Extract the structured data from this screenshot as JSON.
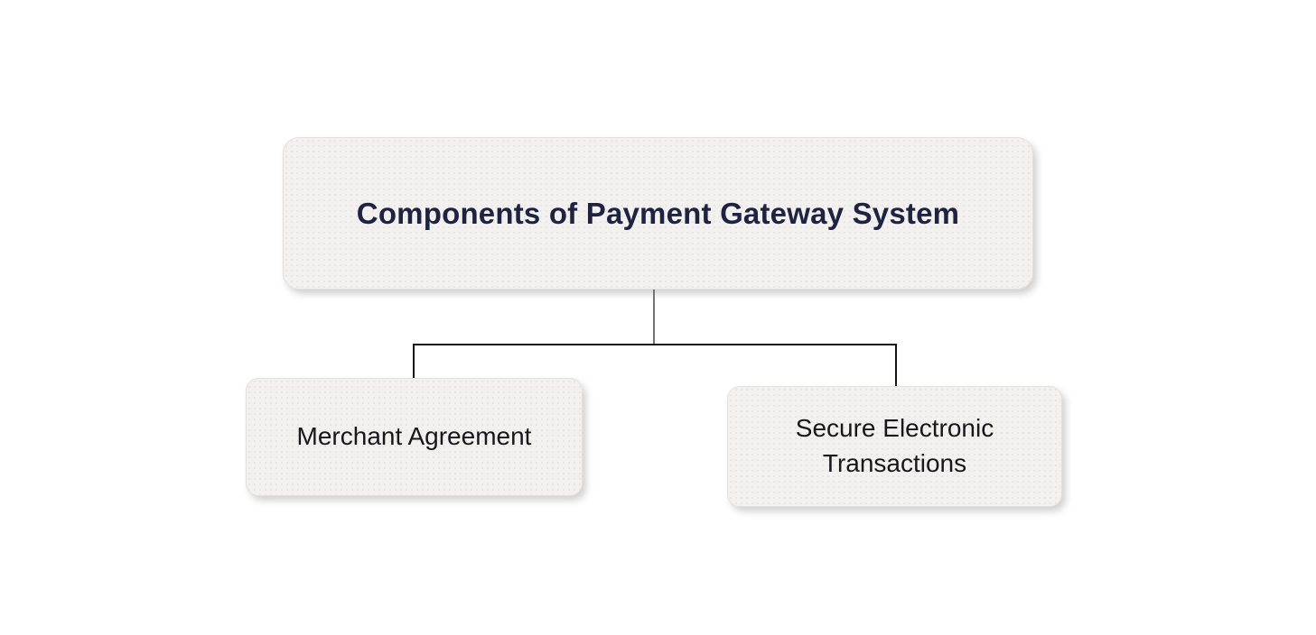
{
  "diagram": {
    "type": "flowchart-tree",
    "root_node": {
      "label": "Components of Payment Gateway System"
    },
    "child_nodes": [
      {
        "label": "Merchant Agreement"
      },
      {
        "label": "Secure Electronic Transactions"
      }
    ],
    "colors": {
      "canvas_bg": "#ffffff",
      "node_bg": "#f2f1ef",
      "node_border": "#e3e1de",
      "root_text": "#1e2342",
      "child_text": "#17181c",
      "connector_stem": "#737373",
      "connector_line": "#161616"
    }
  }
}
